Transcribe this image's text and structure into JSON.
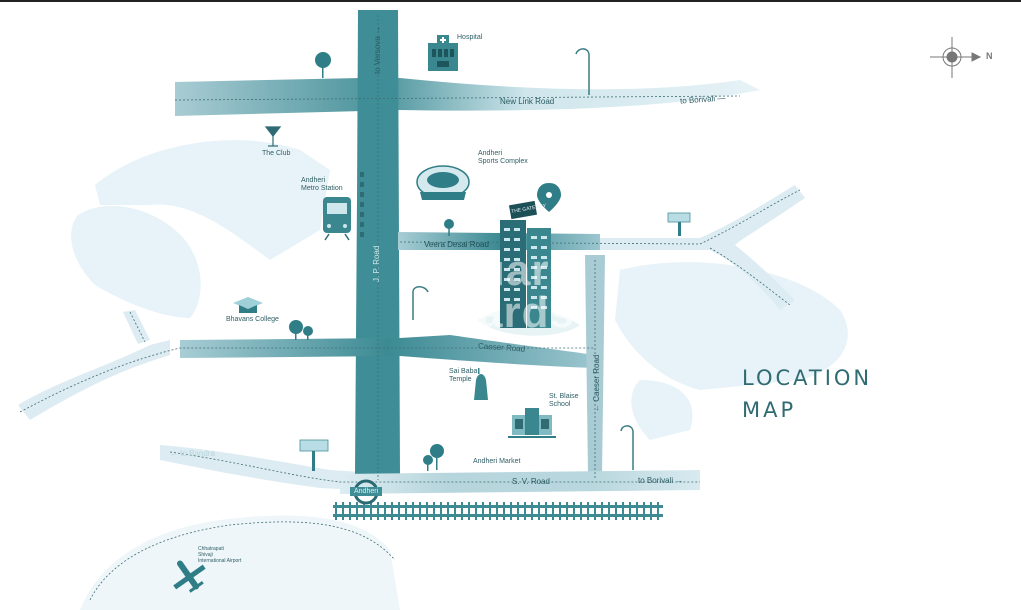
{
  "title": {
    "line1": "LOCATION",
    "line2": "MAP"
  },
  "compass": {
    "label": "N",
    "icon": "compass-icon"
  },
  "roads": {
    "new_link_road": "New Link Road",
    "to_borivali_top": "to Borivali —",
    "to_versova": "to Versova →",
    "veera_desai_road": "Veera Desai Road",
    "jp_road": "J. P. Road",
    "caeser_road_h": "Caeser Road",
    "caeser_road_v": "← Caeser Road",
    "sv_road": "S. V. Road",
    "to_borivali_bottom": "to Borivali →",
    "to_bandra": "← to Bandra"
  },
  "landmarks": {
    "hospital": "Hospital",
    "the_club": "The Club",
    "metro_line1": "Andheri",
    "metro_line2": "Metro Station",
    "sports_line1": "Andheri",
    "sports_line2": "Sports Complex",
    "college": "Bhavans College",
    "temple_line1": "Sai Baba",
    "temple_line2": "Temple",
    "school_line1": "St. Blaise",
    "school_line2": "School",
    "market": "Andheri Market",
    "station": "Andheri",
    "airport_line1": "Chhatrapati",
    "airport_line2": "Shivaji",
    "airport_line3": "International Airport",
    "project": "THE GATEWAY"
  },
  "watermark": {
    "line1": "uare",
    "line2": "ards"
  },
  "colors": {
    "primary": "#2f7d86",
    "road_dark": "#3a8891",
    "road_light": "#d9ecf2",
    "water": "#e6f3f8",
    "text": "#2f6b72"
  }
}
